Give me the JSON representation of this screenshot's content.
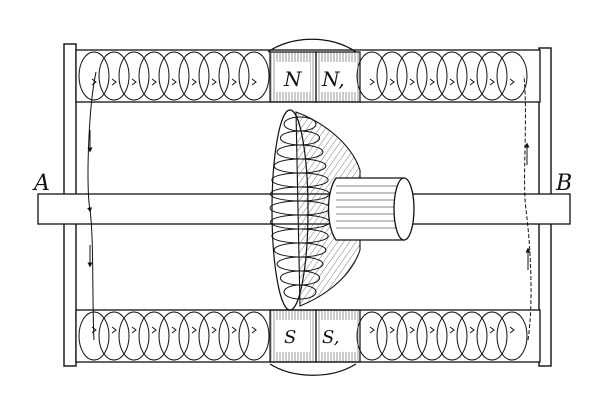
{
  "labels": {
    "left_end": "A",
    "right_end": "B",
    "north_pole_left": "N",
    "north_pole_right": "N,",
    "south_pole_left": "S",
    "south_pole_right": "S,"
  },
  "colors": {
    "ink": "#111111",
    "paper": "#ffffff",
    "hatch": "#555555"
  }
}
